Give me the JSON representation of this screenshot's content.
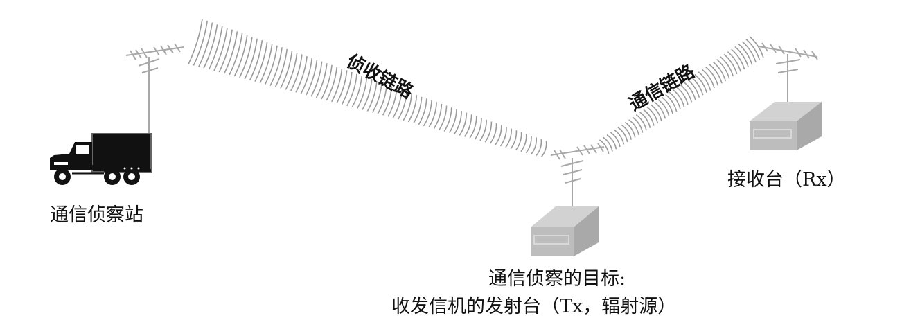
{
  "diagram": {
    "station_label": "通信侦察站",
    "recon_link_label": "侦收链路",
    "comm_link_label": "通信链路",
    "receiver_label": "接收台（Rx）",
    "target_label_line1": "通信侦察的目标:",
    "target_label_line2": "收发信机的发射台（Tx，辐射源）",
    "colors": {
      "ink": "#111111",
      "wave": "#9a9a9a",
      "box_front": "#bdbdbd",
      "box_top": "#d2d2d2",
      "box_side": "#a9a9a9",
      "antenna": "#a8a8a8"
    }
  }
}
